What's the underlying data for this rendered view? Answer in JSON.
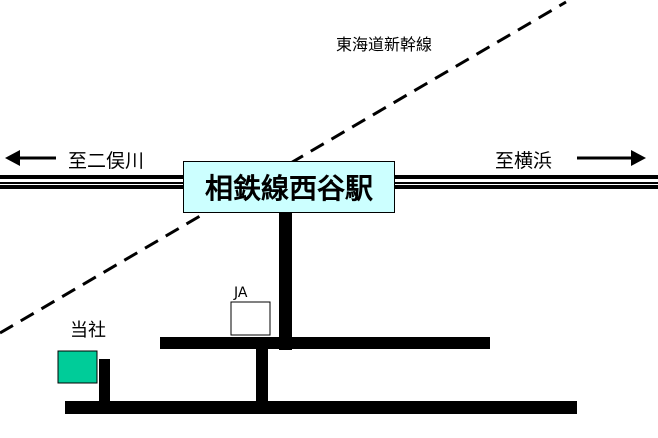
{
  "map": {
    "station_name": "相鉄線西谷駅",
    "rail_label_shinkansen": "東海道新幹線",
    "direction_left": "至二俣川",
    "direction_right": "至横浜",
    "ja_label": "JA",
    "company_label": "当社",
    "colors": {
      "station_fill": "#ccffff",
      "company_fill": "#00cc99",
      "road": "#000000",
      "background": "#ffffff"
    }
  }
}
